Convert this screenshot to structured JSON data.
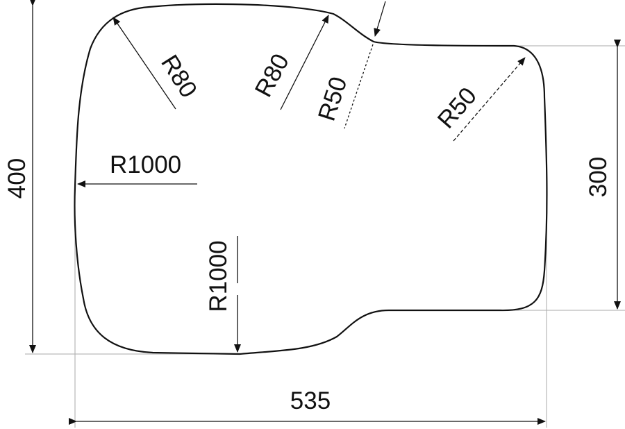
{
  "labels": {
    "width": "535",
    "height_total": "400",
    "height_right": "300",
    "r80_left": "R80",
    "r80_mid": "R80",
    "r50_mid": "R50",
    "r50_right": "R50",
    "r1000_side": "R1000",
    "r1000_bottom": "R1000"
  }
}
